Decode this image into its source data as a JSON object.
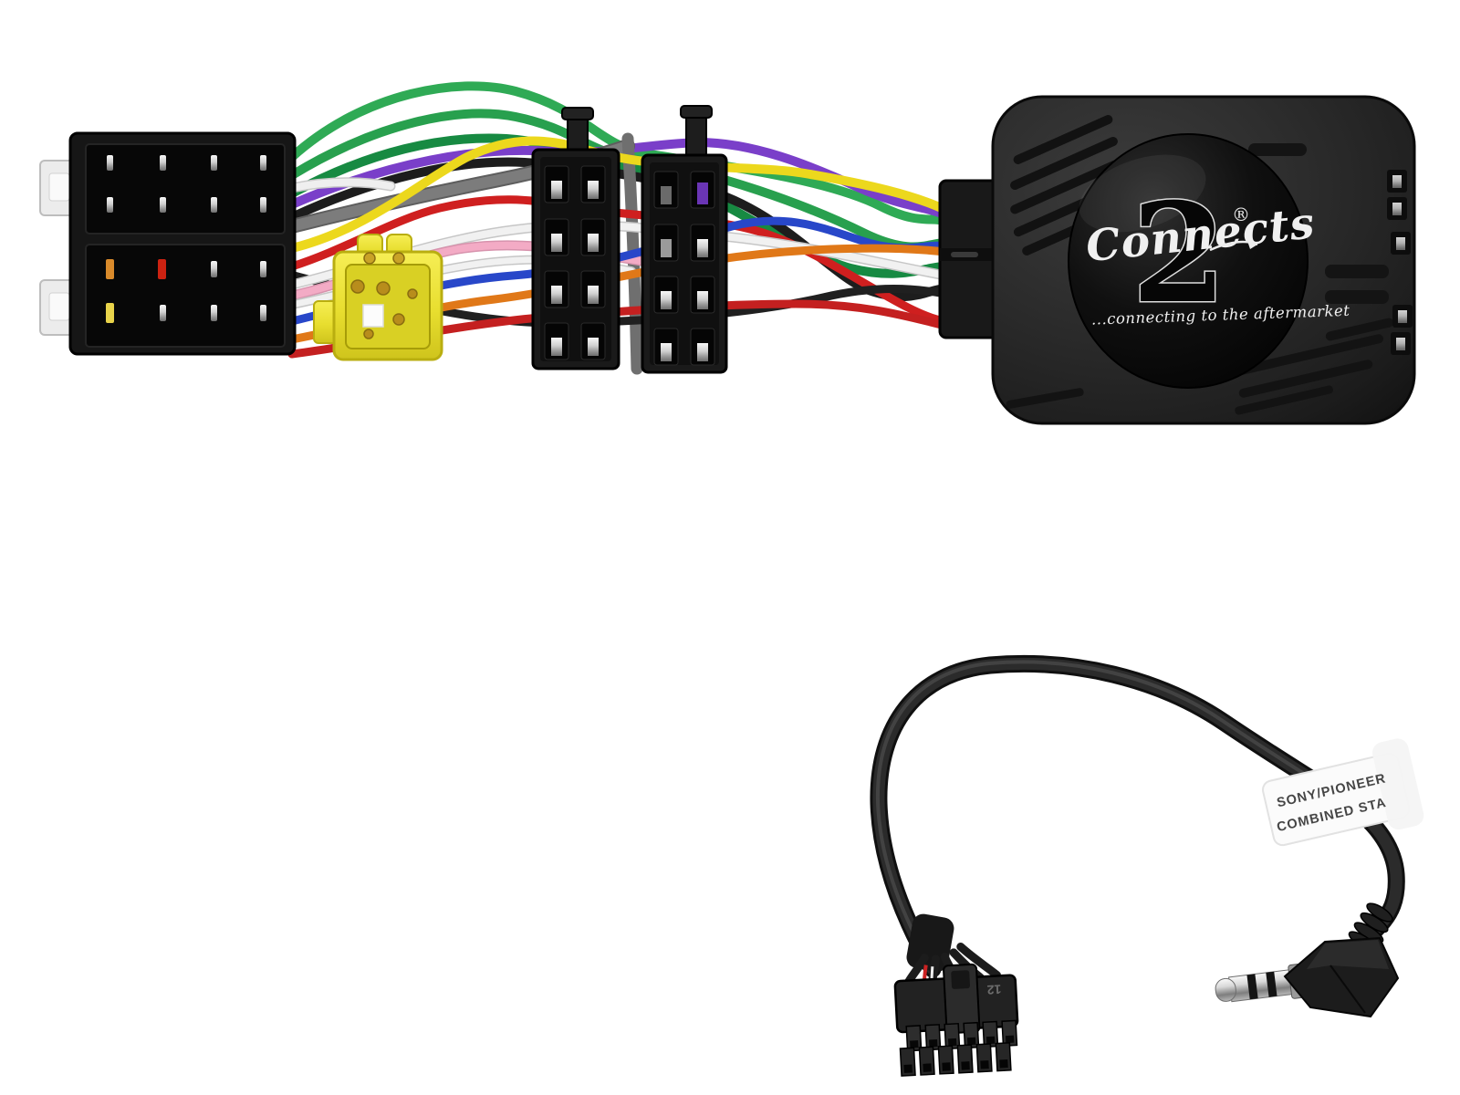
{
  "scene": {
    "description": "Product photo: Connects2 steering wheel control interface with ISO harness connectors and SONY/PIONEER patch lead",
    "background": "#ffffff"
  },
  "interface_box": {
    "logo": {
      "brand": "Connects",
      "number": "2",
      "registered": "®",
      "tagline": "...connecting to the aftermarket",
      "text_color": "#f0f0f0"
    },
    "body_color": "#2e2e2e",
    "dome_color": "#0a0a0a"
  },
  "patch_cable": {
    "label": {
      "line1": "SONY/PIONEER",
      "line2": "COMBINED STA",
      "background": "#fbfbfb",
      "text_color": "#454545"
    },
    "connector_marking": "12"
  },
  "harness": {
    "parts": [
      "iso-female-block",
      "mini-iso-yellow-connector",
      "iso-male-connector-a",
      "iso-male-connector-b",
      "wiring-loom",
      "swc-interface-box",
      "molex-12pin-connector",
      "right-angle-trs-jack"
    ],
    "wire_colors": {
      "green": "#2faa55",
      "dark_green": "#178a42",
      "black": "#1d1d1d",
      "gray_sleeve": "#7c7c7c",
      "yellow": "#ecd81d",
      "red": "#cf1f1f",
      "white": "#f1f1f1",
      "pink": "#f3abc5",
      "purple": "#7a3fc9",
      "blue": "#2847c9",
      "orange": "#e07818"
    },
    "connector_colors": {
      "iso_black": "#1a1a1a",
      "mini_iso_yellow": "#e8de2f",
      "pin_silver": "#cccccc",
      "pin_gold": "#c9a227"
    }
  }
}
